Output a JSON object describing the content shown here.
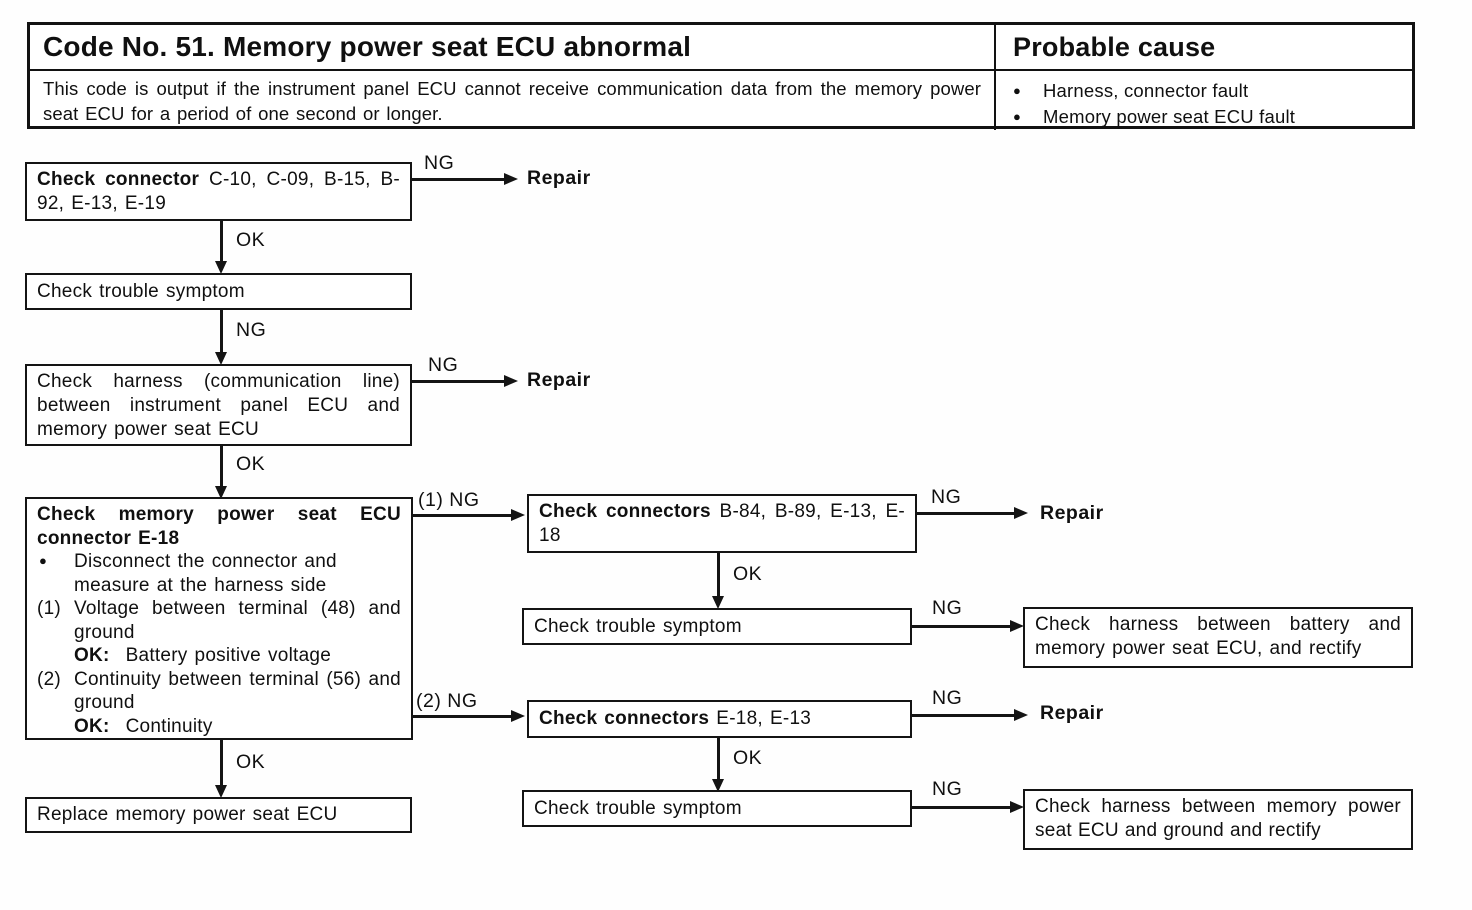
{
  "header": {
    "title": "Code No. 51. Memory power seat ECU abnormal",
    "description": "This code is output if the instrument panel ECU cannot receive communication data from the memory power seat ECU for a period of one second or longer.",
    "probable_cause": {
      "title": "Probable cause",
      "items": [
        "Harness, connector fault",
        "Memory power seat ECU fault"
      ]
    }
  },
  "labels": {
    "ng": "NG",
    "ok": "OK",
    "ng1": "(1) NG",
    "ng2": "(2) NG",
    "repair": "Repair"
  },
  "flow": {
    "check_connector": {
      "bold": "Check connector",
      "rest": "C-10, C-09, B-15, B-92, E-13, E-19"
    },
    "check_trouble_symptom_1": "Check trouble symptom",
    "check_harness_comm": "Check harness (communication line) between instrument panel ECU and memory power seat ECU",
    "check_ecu_connector": {
      "title": "Check memory power seat ECU connector E-18",
      "bullet": "Disconnect the connector and measure at the harness side",
      "step1_marker": "(1)",
      "step1": "Voltage between terminal (48) and ground",
      "step1_ok_label": "OK:",
      "step1_ok": "Battery positive voltage",
      "step2_marker": "(2)",
      "step2": "Continuity between terminal (56) and ground",
      "step2_ok_label": "OK:",
      "step2_ok": "Continuity"
    },
    "replace_ecu": "Replace memory power seat ECU",
    "check_connectors_b84": {
      "bold": "Check connectors",
      "rest": "B-84, B-89, E-13, E-18"
    },
    "check_trouble_symptom_2": "Check trouble symptom",
    "check_harness_battery": "Check harness between battery and memory power seat ECU, and rectify",
    "check_connectors_e18": {
      "bold": "Check connectors",
      "rest": "E-18, E-13"
    },
    "check_trouble_symptom_3": "Check trouble symptom",
    "check_harness_ground": "Check harness between memory power seat ECU and ground and rectify"
  }
}
